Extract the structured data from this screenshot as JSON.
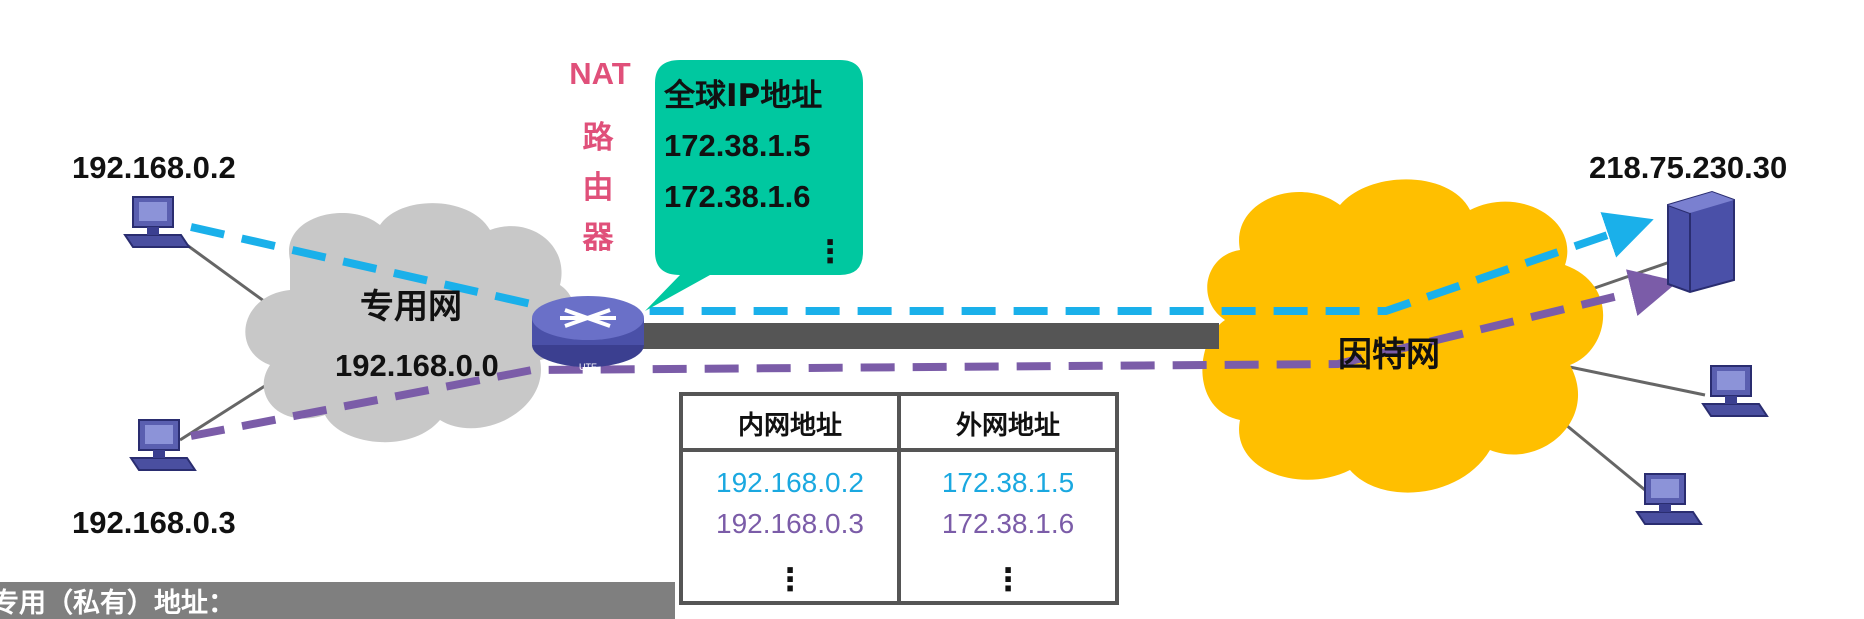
{
  "hosts": {
    "pc_private_1": "192.168.0.2",
    "pc_private_2": "192.168.0.3",
    "server": "218.75.230.30"
  },
  "private_network": {
    "name": "专用网",
    "address": "192.168.0.0"
  },
  "internet": {
    "name": "因特网"
  },
  "router": {
    "label_top": "NAT",
    "label_chars": [
      "路",
      "由",
      "器"
    ],
    "badge": "UTE"
  },
  "callout": {
    "title": "全球IP地址",
    "addresses": [
      "172.38.1.5",
      "172.38.1.6"
    ],
    "ellipsis": "⋮"
  },
  "table": {
    "headers": [
      "内网地址",
      "外网地址"
    ],
    "rows": [
      {
        "inner": "192.168.0.2",
        "outer": "172.38.1.5",
        "color": "#1aa8e0"
      },
      {
        "inner": "192.168.0.3",
        "outer": "172.38.1.6",
        "color": "#7b5ca8"
      }
    ],
    "ellipsis": "⋮"
  },
  "caption": "专用（私有）地址：",
  "colors": {
    "blue_path": "#1ab0ea",
    "purple_path": "#7b5ca8",
    "callout": "#00c8a0",
    "internet_cloud": "#ffbf00",
    "private_cloud": "#c8c8c8"
  }
}
